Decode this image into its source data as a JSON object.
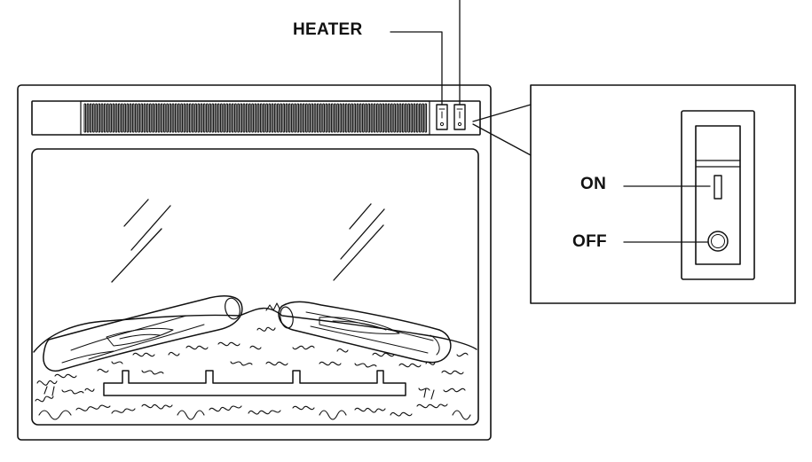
{
  "labels": {
    "heater": "HEATER",
    "on": "ON",
    "off": "OFF"
  },
  "colors": {
    "line": "#111111",
    "background": "#ffffff"
  }
}
